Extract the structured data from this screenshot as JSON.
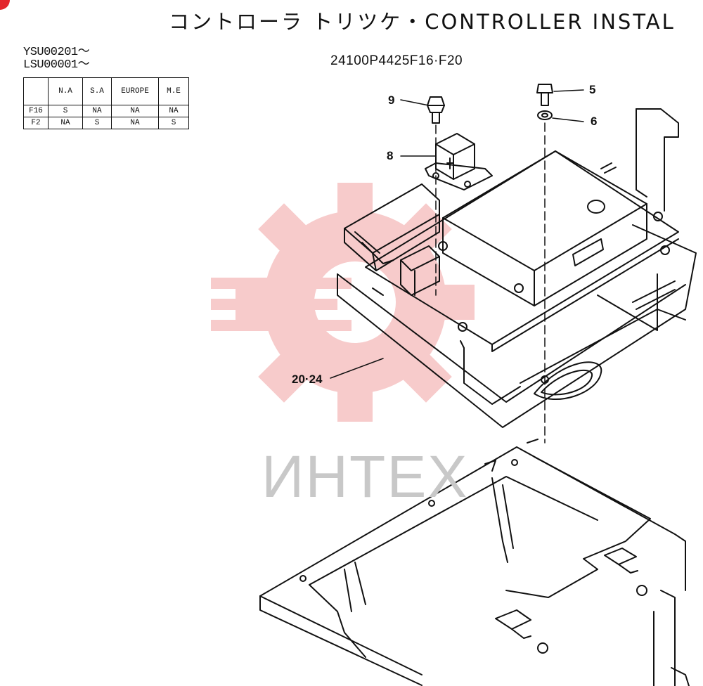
{
  "title": "コントローラ トリツケ・CONTROLLER  INSTAL",
  "serials": [
    "YSU00201～",
    "LSU00001～"
  ],
  "part_number": "24100P4425F16·F20",
  "spec_table": {
    "headers": [
      "",
      "N.A",
      "S.A",
      "EUROPE",
      "M.E"
    ],
    "rows": [
      [
        "F16",
        "S",
        "NA",
        "NA",
        "NA"
      ],
      [
        "F2",
        "NA",
        "S",
        "NA",
        "S"
      ]
    ]
  },
  "callouts": {
    "c5": "5",
    "c6": "6",
    "c8": "8",
    "c9": "9",
    "c20": "20·24"
  },
  "watermark": "ИНТЕХ",
  "colors": {
    "watermark_red": "#f4b4b4",
    "corner_red": "#e3262c"
  }
}
